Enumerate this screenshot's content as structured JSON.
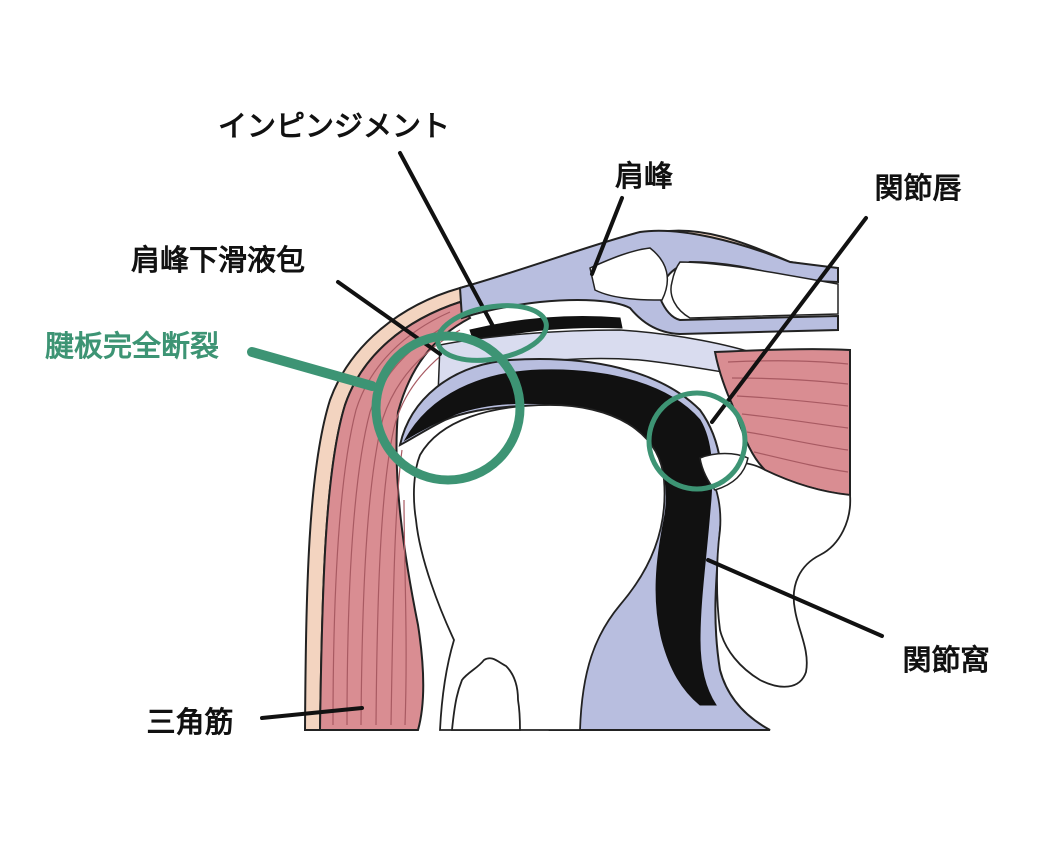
{
  "labels": {
    "impingement": "インピンジメント",
    "acromion": "肩峰",
    "labrum": "関節唇",
    "bursa": "肩峰下滑液包",
    "tear": "腱板完全断裂",
    "glenoid": "関節窩",
    "deltoid": "三角筋"
  },
  "colors": {
    "highlight": "#3d9474",
    "muscle": "#d98d92",
    "muscle_line": "#a85a62",
    "skin": "#f3d4c0",
    "tissue": "#b8bedf",
    "black": "#111111"
  }
}
